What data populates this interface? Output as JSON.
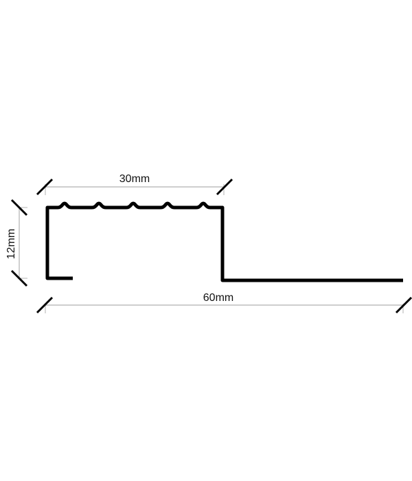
{
  "diagram": {
    "type": "technical-drawing",
    "subject": "step edge profile cross-section",
    "dimensions": {
      "top_width": {
        "label": "30mm",
        "value": 30,
        "unit": "mm"
      },
      "height": {
        "label": "12mm",
        "value": 12,
        "unit": "mm"
      },
      "total_width": {
        "label": "60mm",
        "value": 60,
        "unit": "mm"
      }
    },
    "profile": {
      "ridge_count": 5,
      "stroke_color": "#000000"
    },
    "colors": {
      "background": "#ffffff",
      "profile": "#000000",
      "dimension_line": "#b0b0b0",
      "tick": "#000000",
      "text": "#111111"
    }
  }
}
